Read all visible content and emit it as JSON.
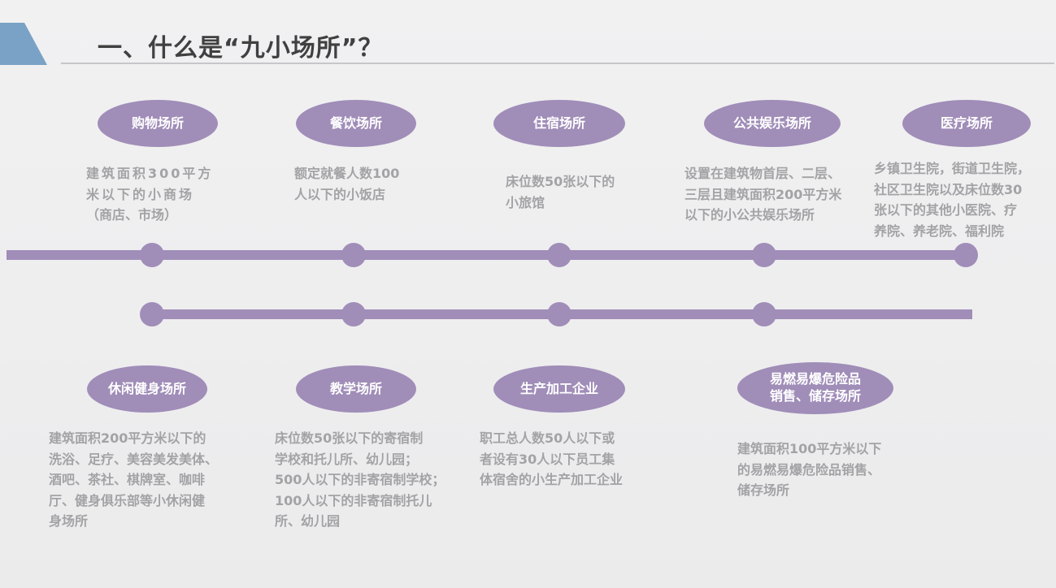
{
  "header": {
    "title": "一、什么是“九小场所”？"
  },
  "colors": {
    "accent": "#7aa2c6",
    "node": "#a08db8",
    "desc_text": "#a3a3a6",
    "title_text": "#404040"
  },
  "top_row": [
    {
      "label": "购物场所",
      "desc": [
        "建筑面积300平方",
        "米以下的小商场",
        "（商店、市场）"
      ]
    },
    {
      "label": "餐饮场所",
      "desc": [
        "额定就餐人数100",
        "人以下的小饭店"
      ]
    },
    {
      "label": "住宿场所",
      "desc": [
        "床位数50张以下的",
        "小旅馆"
      ]
    },
    {
      "label": "公共娱乐场所",
      "desc": [
        "设置在建筑物首层、二层、",
        "三层且建筑面积200平方米",
        "以下的小公共娱乐场所"
      ]
    },
    {
      "label": "医疗场所",
      "desc": [
        "乡镇卫生院，街道卫生院，",
        "社区卫生院以及床位数30",
        "张以下的其他小医院、疗",
        "养院、养老院、福利院"
      ]
    }
  ],
  "bottom_row": [
    {
      "label": "休闲健身场所",
      "desc": [
        "建筑面积200平方米以下的",
        "洗浴、足疗、美容美发美体、",
        "酒吧、茶社、棋牌室、咖啡",
        "厅、健身俱乐部等小休闲健",
        "身场所"
      ]
    },
    {
      "label": "教学场所",
      "desc": [
        "床位数50张以下的寄宿制",
        "学校和托儿所、幼儿园；",
        "500人以下的非寄宿制学校；",
        "100人以下的非寄宿制托儿",
        "所、幼儿园"
      ]
    },
    {
      "label": "生产加工企业",
      "desc": [
        "职工总人数50人以下或",
        "者设有30人以下员工集",
        "体宿舍的小生产加工企业"
      ]
    },
    {
      "label_lines": [
        "易燃易爆危险品",
        "销售、储存场所"
      ],
      "desc": [
        "建筑面积100平方米以下",
        "的易燃易爆危险品销售、",
        "储存场所"
      ]
    }
  ]
}
